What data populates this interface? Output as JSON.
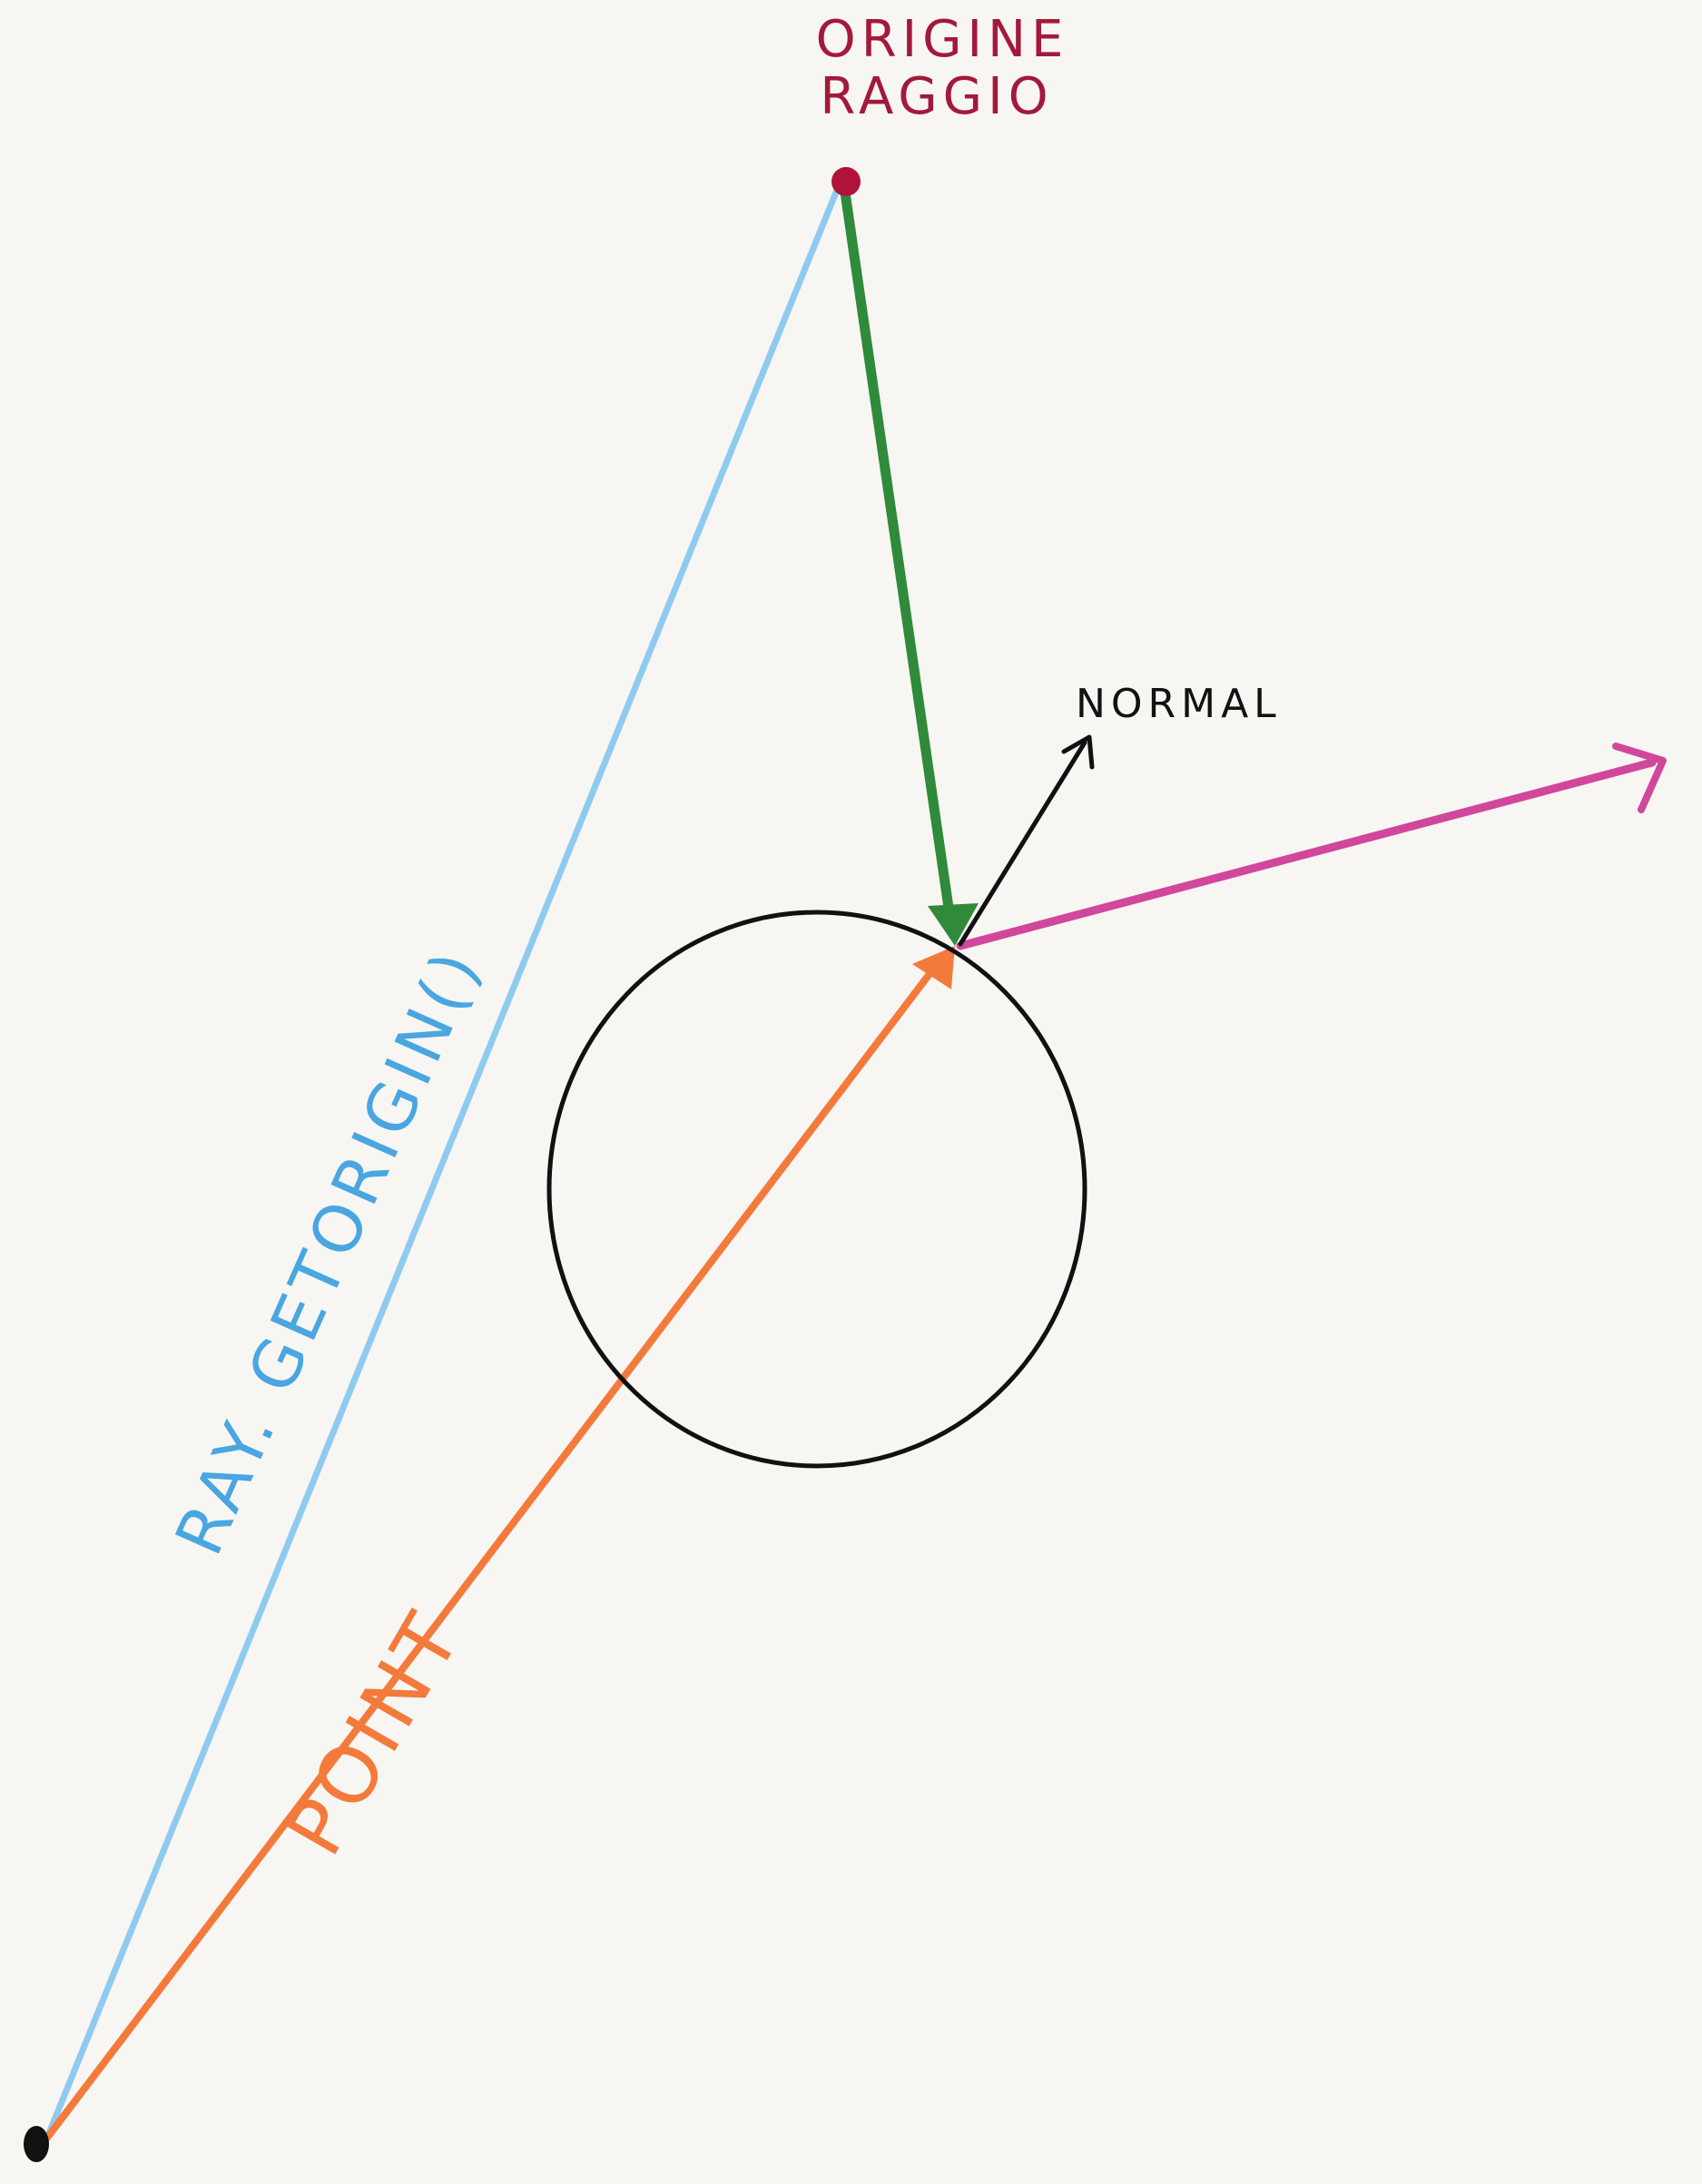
{
  "labels": {
    "origin_line1": "ORIGINE",
    "origin_line2": "RAGGIO",
    "normal": "NORMAL",
    "ray_getorigin": "RAY. GETORIGIN()",
    "point": "POINT"
  },
  "colors": {
    "paper": "#f7f6f3",
    "ray_getorigin_line": "#8fcaf0",
    "ray_getorigin_label": "#4aa6e0",
    "origin_dot": "#b0123a",
    "origin_label": "#a3193a",
    "incoming_ray": "#2f8a3a",
    "point_vector": "#f47a3c",
    "normal": "#111111",
    "reflected_ray": "#d0479b",
    "sphere": "#111111",
    "world_origin_dot": "#111111"
  },
  "icons": {
    "origin_marker": "red-dot-icon",
    "world_origin_marker": "black-dot-icon"
  }
}
